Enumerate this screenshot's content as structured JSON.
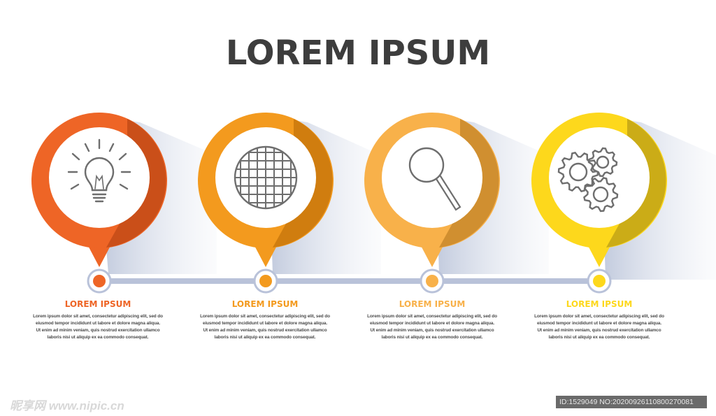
{
  "title": "LOREM IPSUM",
  "colors": {
    "step1": "#ee6526",
    "step2": "#f39a1e",
    "step3": "#f8b14a",
    "step4": "#fdd81c",
    "connector": "#b9c2d9",
    "text": "#3d3d3d"
  },
  "steps": [
    {
      "icon": "lightbulb-icon",
      "title": "LOREM IPSUM",
      "body": "Lorem ipsum dolor sit amet, consectetur adipiscing elit, sed do eiusmod tempor incididunt ut labore et dolore magna aliqua. Ut enim ad minim veniam, quis nostrud exercitation ullamco laboris nisi ut aliquip ex ea commodo consequat."
    },
    {
      "icon": "globe-icon",
      "title": "LOREM IPSUM",
      "body": "Lorem ipsum dolor sit amet, consectetur adipiscing elit, sed do eiusmod tempor incididunt ut labore et dolore magna aliqua. Ut enim ad minim veniam, quis nostrud exercitation ullamco laboris nisi ut aliquip ex ea commodo consequat."
    },
    {
      "icon": "magnifier-icon",
      "title": "LOREM IPSUM",
      "body": "Lorem ipsum dolor sit amet, consectetur adipiscing elit, sed do eiusmod tempor incididunt ut labore et dolore magna aliqua. Ut enim ad minim veniam, quis nostrud exercitation ullamco laboris nisi ut aliquip ex ea commodo consequat."
    },
    {
      "icon": "gears-icon",
      "title": "LOREM IPSUM",
      "body": "Lorem ipsum dolor sit amet, consectetur adipiscing elit, sed do eiusmod tempor incididunt ut labore et dolore magna aliqua. Ut enim ad minim veniam, quis nostrud exercitation ullamco laboris nisi ut aliquip ex ea commodo consequat."
    }
  ],
  "watermark": {
    "left": "昵享网 www.nipic.cn",
    "right": "ID:1529049 NO:20200926110800270081"
  }
}
